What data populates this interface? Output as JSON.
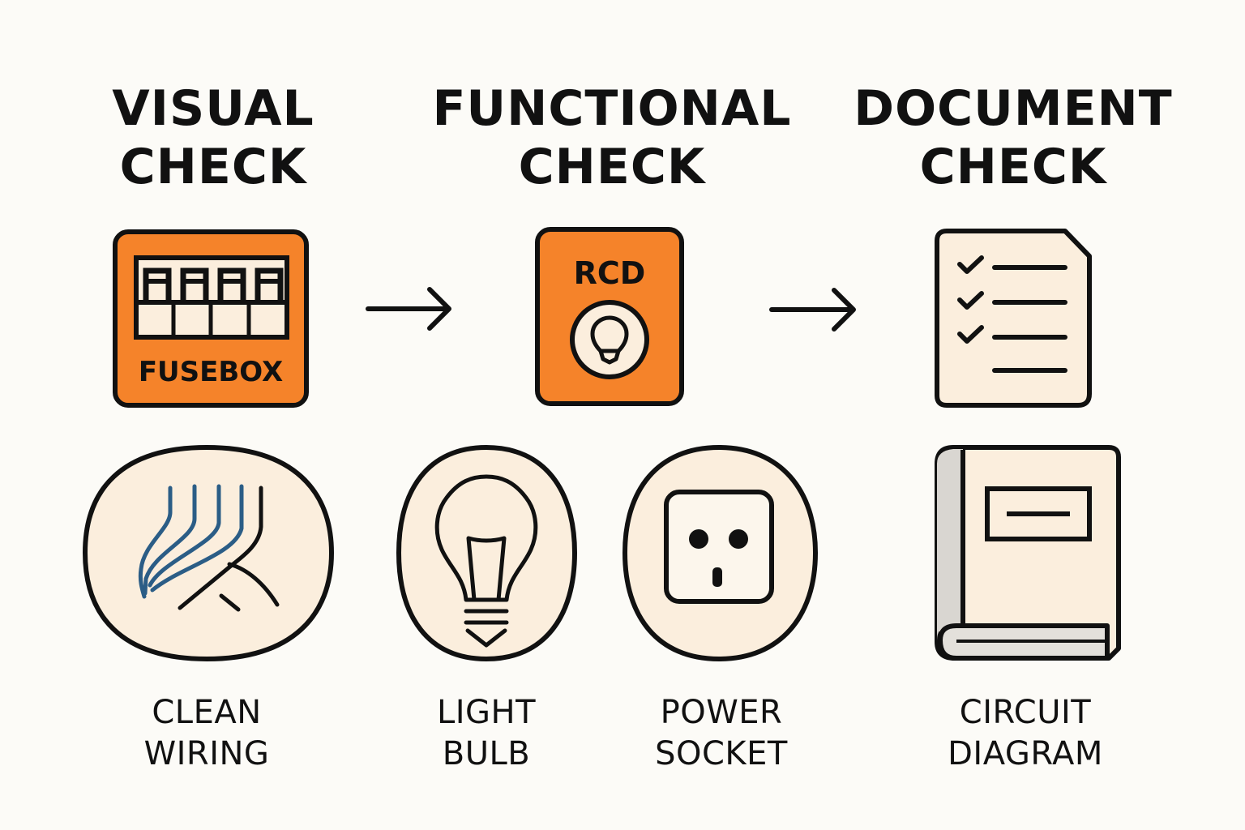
{
  "colors": {
    "background": "#fcfbf7",
    "accent_orange": "#f5832a",
    "cream": "#fbeedd",
    "outline": "#111111",
    "wire_blue": "#2b5d86"
  },
  "steps": [
    {
      "title_line1": "VISUAL",
      "title_line2": "CHECK",
      "panel_icon": "fusebox-icon",
      "panel_label": "FUSEBOX"
    },
    {
      "title_line1": "FUNCTIONAL",
      "title_line2": "CHECK",
      "panel_icon": "rcd-icon",
      "panel_label": "RCD"
    },
    {
      "title_line1": "DOCUMENT",
      "title_line2": "CHECK",
      "panel_icon": "checklist-icon"
    }
  ],
  "connectors": [
    "arrow-right-icon",
    "arrow-right-icon"
  ],
  "items": [
    {
      "icon": "wiring-icon",
      "label_line1": "CLEAN",
      "label_line2": "WIRING"
    },
    {
      "icon": "light-bulb-icon",
      "label_line1": "LIGHT",
      "label_line2": "BULB"
    },
    {
      "icon": "power-socket-icon",
      "label_line1": "POWER",
      "label_line2": "SOCKET"
    },
    {
      "icon": "book-icon",
      "label_line1": "CIRCUIT",
      "label_line2": "DIAGRAM"
    }
  ]
}
